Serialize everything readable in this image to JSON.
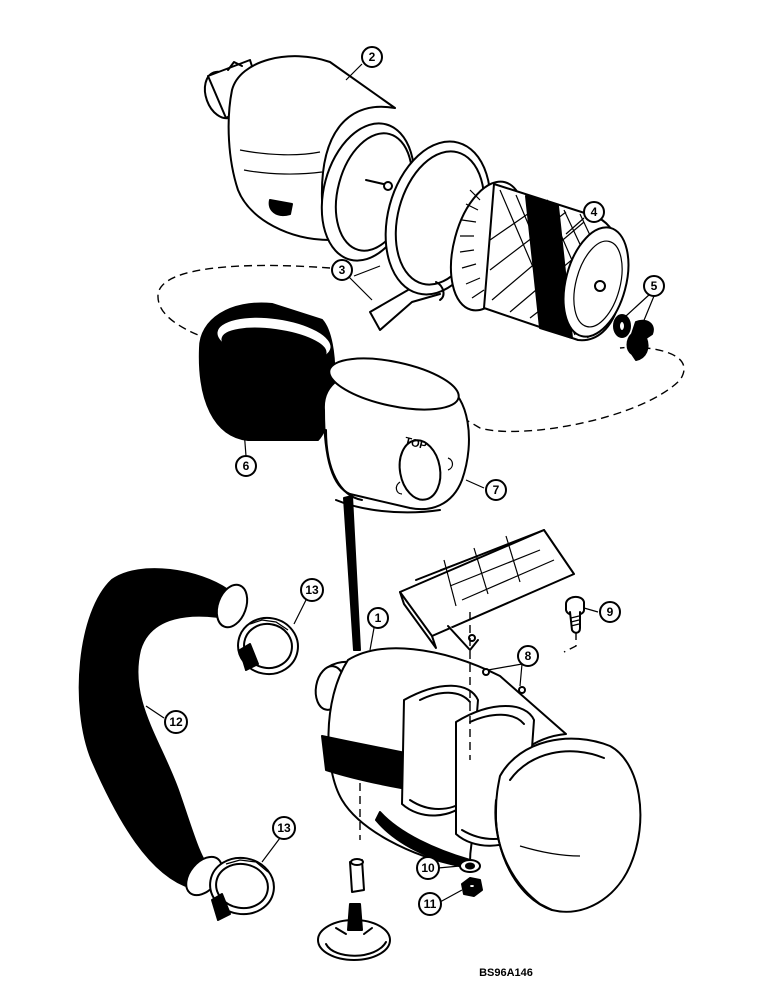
{
  "figure_ref": "BS96A146",
  "callouts": [
    {
      "id": "c1",
      "label": "1"
    },
    {
      "id": "c2",
      "label": "2"
    },
    {
      "id": "c3",
      "label": "3"
    },
    {
      "id": "c4",
      "label": "4"
    },
    {
      "id": "c5",
      "label": "5"
    },
    {
      "id": "c6",
      "label": "6"
    },
    {
      "id": "c7",
      "label": "7"
    },
    {
      "id": "c8",
      "label": "8"
    },
    {
      "id": "c9",
      "label": "9"
    },
    {
      "id": "c10",
      "label": "10"
    },
    {
      "id": "c11",
      "label": "11"
    },
    {
      "id": "c12",
      "label": "12"
    },
    {
      "id": "c13a",
      "label": "13"
    },
    {
      "id": "c13b",
      "label": "13"
    }
  ],
  "part_texts": {
    "cover_stamp": "TOP"
  }
}
